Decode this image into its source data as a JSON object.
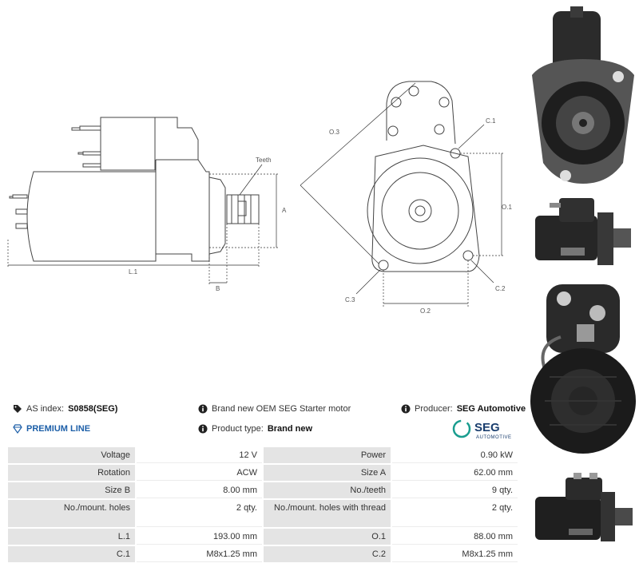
{
  "drawing_labels": {
    "side": {
      "teeth": "Teeth",
      "a": "A",
      "b": "B",
      "l1": "L.1"
    },
    "front": {
      "o3": "O.3",
      "c1": "C.1",
      "o1": "O.1",
      "c2": "C.2",
      "c3": "C.3",
      "o2": "O.2"
    }
  },
  "info": {
    "as_index_label": "AS index:",
    "as_index_value": "S0858(SEG)",
    "premium_line": "PREMIUM LINE",
    "description": "Brand new OEM SEG Starter motor",
    "product_type_label": "Product type:",
    "product_type_value": "Brand new",
    "producer_label": "Producer:",
    "producer_value": "SEG Automotive"
  },
  "logo": {
    "name": "SEG",
    "sub": "AUTOMOTIVE",
    "ring_color": "#1a9d8f"
  },
  "colors": {
    "premium": "#1d5fa8",
    "label_bg": "#e4e4e4"
  },
  "specs": [
    [
      "Voltage",
      "12 V",
      "Power",
      "0.90 kW"
    ],
    [
      "Rotation",
      "ACW",
      "Size A",
      "62.00 mm"
    ],
    [
      "Size B",
      "8.00 mm",
      "No./teeth",
      "9 qty."
    ],
    [
      "No./mount. holes",
      "2 qty.",
      "No./mount. holes with thread",
      "2 qty."
    ],
    [
      "L.1",
      "193.00 mm",
      "O.1",
      "88.00 mm"
    ],
    [
      "C.1",
      "M8x1.25 mm",
      "C.2",
      "M8x1.25 mm"
    ]
  ]
}
